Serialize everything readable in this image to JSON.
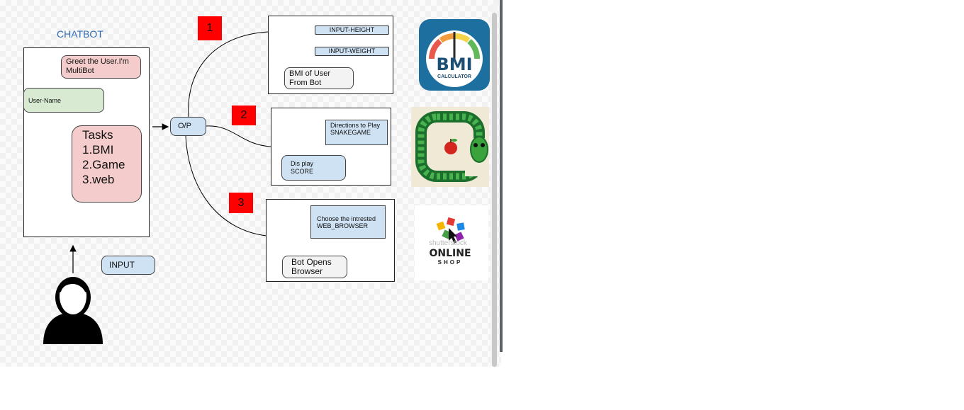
{
  "diagram": {
    "title": "CHATBOT",
    "chat_panel": {
      "greeting": "Greet the User.I'm MultiBot",
      "username": "User-Name",
      "tasks": [
        "Tasks",
        "1.BMI",
        "2.Game",
        "3.web"
      ]
    },
    "input_label": "INPUT",
    "output_label": "O/P",
    "branches": [
      {
        "number": "1",
        "fields": [
          "INPUT-HEIGHT",
          "INPUT-WEIGHT"
        ],
        "result": "BMI of User From Bot",
        "image": {
          "icon": "bmi-calculator-icon",
          "title": "BMI",
          "subtitle": "CALCULATOR"
        }
      },
      {
        "number": "2",
        "prompt": "Directions to Play SNAKEGAME",
        "result": "Dis play SCORE",
        "image": {
          "icon": "snake-game-icon"
        }
      },
      {
        "number": "3",
        "prompt": "Choose the intrested WEB_BROWSER",
        "result": "Bot Opens Browser",
        "image": {
          "icon": "online-shop-icon",
          "watermark": "shutterstock",
          "title": "ONLINE",
          "subtitle": "SHOP"
        }
      }
    ]
  },
  "colors": {
    "badge": "#ff0000",
    "note_blue": "#cfe2f3",
    "note_pink": "#f4cccc",
    "note_green": "#d9ead3",
    "title": "#2e6cb5",
    "bmi_tile": "#1d6fa0"
  }
}
